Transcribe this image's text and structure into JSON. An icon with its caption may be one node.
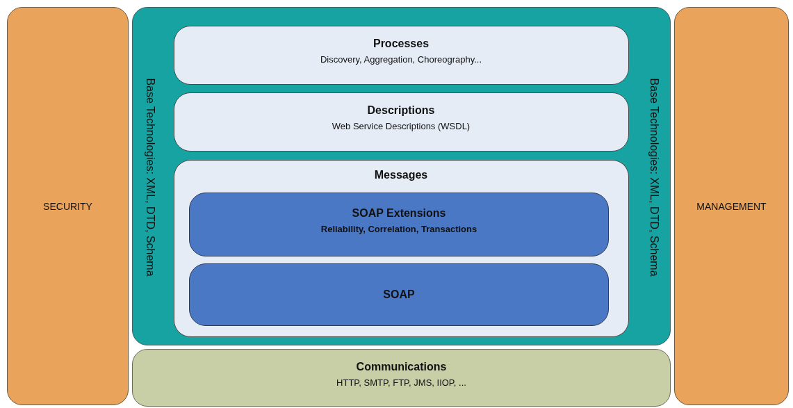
{
  "diagram": {
    "nodes": [
      {
        "text": [
          "SECURITY"
        ]
      },
      {
        "text": [
          "Base Technologies: XML, DTD, Schema",
          "Base Technologies: XML, DTD, Schema"
        ]
      },
      {
        "text": [
          "Processes",
          "Discovery, Aggregation, Choreography..."
        ],
        "in": 1
      },
      {
        "text": [
          "Descriptions",
          "Web Service Descriptions (WSDL)"
        ],
        "in": 1
      },
      {
        "text": [
          "Messages"
        ],
        "in": 1
      },
      {
        "text": [
          "SOAP Extensions",
          "Reliability, Correlation, Transactions"
        ],
        "in": 4
      },
      {
        "text": [
          "SOAP"
        ],
        "in": 4
      },
      {
        "text": [
          "MANAGEMENT"
        ]
      },
      {
        "text": [
          "Communications",
          "HTTP, SMTP, FTP, JMS, IIOP, ..."
        ]
      }
    ]
  }
}
